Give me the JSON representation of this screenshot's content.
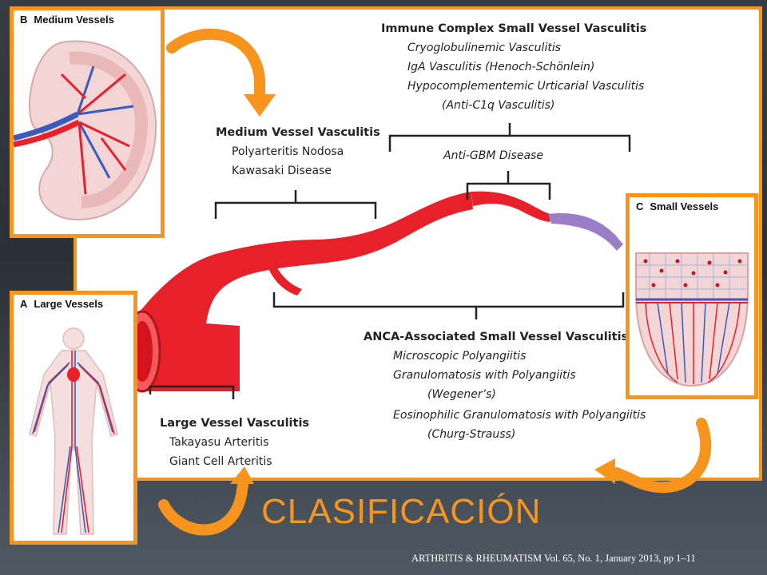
{
  "title": "CLASIFICACIÓN",
  "citation": "ARTHRITIS & RHEUMATISM Vol. 65, No. 1, January 2013, pp 1–11",
  "colors": {
    "accent": "#f7941d",
    "artery": "#e8202a",
    "vein": "#3b5bbf",
    "capillary": "#9b7ec8"
  },
  "insets": {
    "medium": {
      "letter": "B",
      "label": "Medium Vessels"
    },
    "large": {
      "letter": "A",
      "label": "Large Vessels"
    },
    "small": {
      "letter": "C",
      "label": "Small Vessels"
    }
  },
  "immune_complex": {
    "heading": "Immune Complex  Small Vessel Vasculitis",
    "items": [
      "Cryoglobulinemic Vasculitis",
      "IgA Vasculitis (Henoch-Schönlein)",
      "Hypocomplementemic Urticarial Vasculitis",
      "(Anti-C1q Vasculitis)"
    ]
  },
  "anti_gbm": "Anti-GBM Disease",
  "medium_vessel": {
    "heading": "Medium Vessel Vasculitis",
    "items": [
      "Polyarteritis Nodosa",
      "Kawasaki Disease"
    ]
  },
  "anca": {
    "heading": "ANCA-Associated Small Vessel Vasculitis",
    "items": [
      "Microscopic Polyangiitis",
      "Granulomatosis with Polyangiitis",
      "(Wegener’s)",
      "Eosinophilic Granulomatosis with Polyangiitis",
      "(Churg-Strauss)"
    ]
  },
  "large_vessel": {
    "heading": "Large Vessel Vasculitis",
    "items": [
      "Takayasu Arteritis",
      "Giant Cell Arteritis"
    ]
  }
}
